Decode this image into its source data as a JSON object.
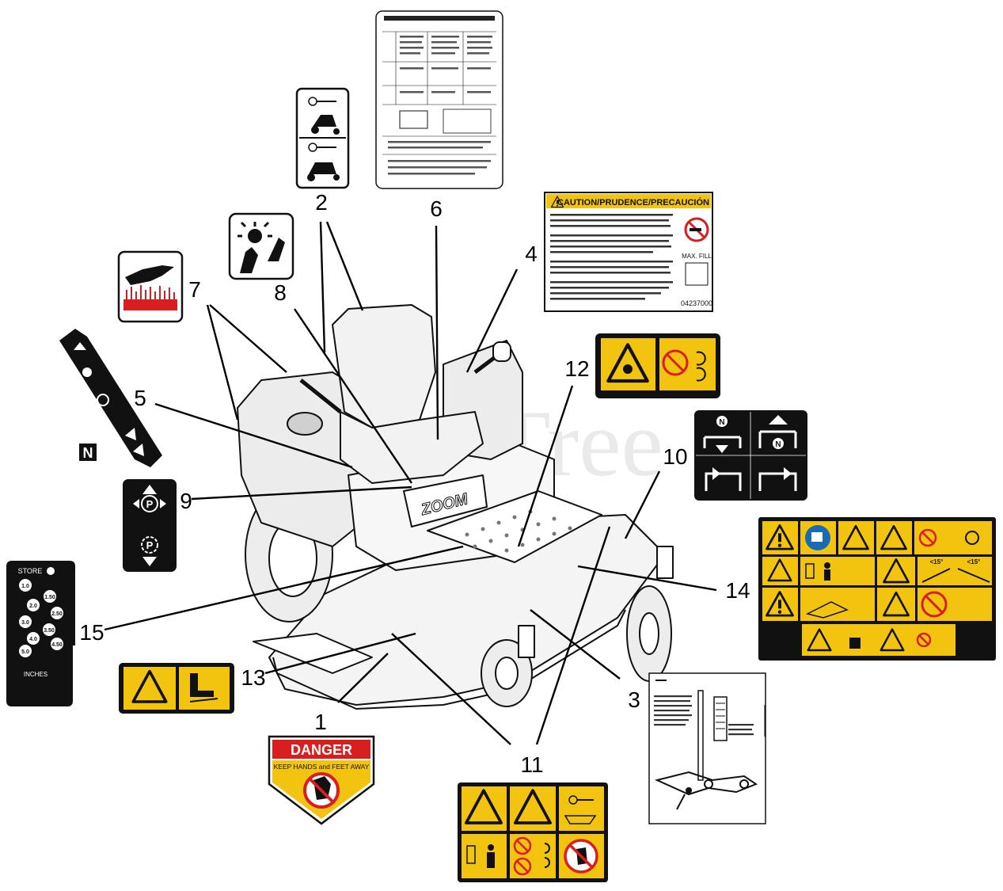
{
  "watermark": "PartsTree",
  "callouts": [
    "1",
    "2",
    "3",
    "4",
    "5",
    "6",
    "7",
    "8",
    "9",
    "10",
    "11",
    "12",
    "13",
    "14",
    "15"
  ],
  "decal_1": {
    "title": "DANGER",
    "subtitle": "KEEP HANDS and FEET AWAY"
  },
  "decal_4": {
    "title": "CAUTION/PRUDENCE/PRECAUCIÓN",
    "max_fill": "MAX. FILL",
    "part_number": "04237000"
  },
  "decal_5": {
    "neutral": "N"
  },
  "decal_10": {
    "neutral_top": "N",
    "neutral_right": "N"
  },
  "decal_15": {
    "store": "STORE",
    "heights": [
      "1.0",
      "1.50",
      "2.0",
      "2.50",
      "3.0",
      "3.50",
      "4.0",
      "4.50",
      "5.0"
    ],
    "units": "INCHES"
  },
  "decal_14": {
    "slope_left": "<15°",
    "slope_right": "<15°"
  },
  "colors": {
    "decal_yellow": "#f2c40f",
    "danger_red": "#d81e1e",
    "ink": "#111111"
  },
  "icons": [
    "warning-triangle-icon",
    "no-smoking-icon",
    "hand-heat-icon",
    "parking-brake-icon",
    "hand-crush-icon",
    "manual-icon",
    "no-passenger-icon",
    "foot-blade-icon"
  ]
}
